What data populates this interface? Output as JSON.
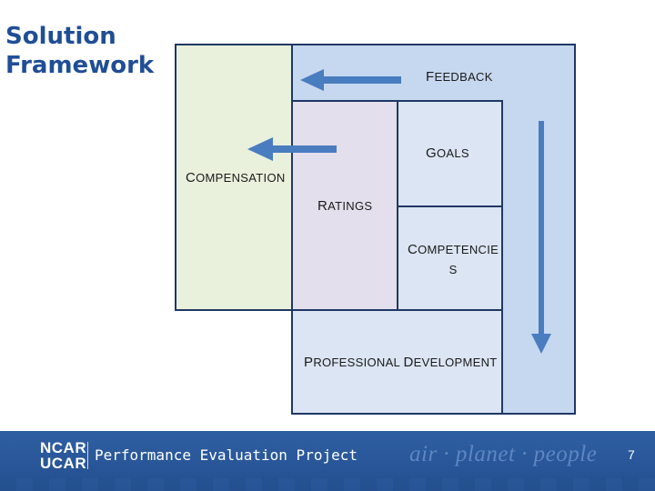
{
  "title": {
    "line1": "Solution",
    "line2": "Framework"
  },
  "diagram": {
    "feedback": {
      "first": "F",
      "rest": "EEDBACK"
    },
    "goals": {
      "first": "G",
      "rest": "OALS"
    },
    "compensation": {
      "first": "C",
      "rest": "OMPENSATION"
    },
    "ratings": {
      "first": "R",
      "rest": "ATINGS"
    },
    "competencies": {
      "line1_first": "C",
      "line1_rest": "OMPETENCIE",
      "line2": "S"
    },
    "professional_development": {
      "first1": "P",
      "rest1": "ROFESSIONAL",
      "first2": "D",
      "rest2": "EVELOPMENT"
    },
    "colors": {
      "compensation_fill": "#e9f0dc",
      "feedback_fill": "#c6d8f0",
      "ratings_fill": "#e4dfec",
      "goals_fill": "#dbe5f3",
      "border": "#1f3864",
      "arrow": "#4a7cc0"
    }
  },
  "footer": {
    "logo_top": "NCAR",
    "logo_bottom": "UCAR",
    "project": "Performance Evaluation Project",
    "tagline": "air · planet · people",
    "page_number": "7"
  }
}
